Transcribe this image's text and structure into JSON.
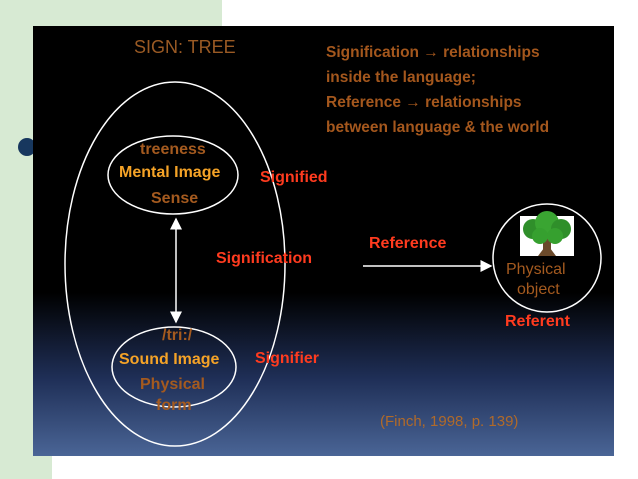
{
  "slide": {
    "title": "SIGN: TREE",
    "notes": {
      "line1": "Signification → relationships",
      "line2": "inside the language;",
      "line3": "Reference → relationships",
      "line4": "between language & the world"
    },
    "signified": {
      "line1": "treeness",
      "line2": "Mental Image",
      "line3": "Sense",
      "label": "Signified"
    },
    "signifier": {
      "line1": "/tri:/",
      "line2": "Sound Image",
      "line3": "Physical",
      "line4": "form",
      "label": "Signifier"
    },
    "signification_label": "Signification",
    "reference_label": "Reference",
    "referent": {
      "line1": "Physical",
      "line2": "object",
      "label": "Referent",
      "icon": "tree-icon"
    },
    "citation": "(Finch, 1998, p. 139)"
  },
  "colors": {
    "accent_orange": "#f5a327",
    "text_brown": "#a45a1f",
    "label_red": "#ff3b1f",
    "outline_white": "#ffffff",
    "bullet_navy": "#17375e",
    "side_green": "#d7ead3"
  }
}
